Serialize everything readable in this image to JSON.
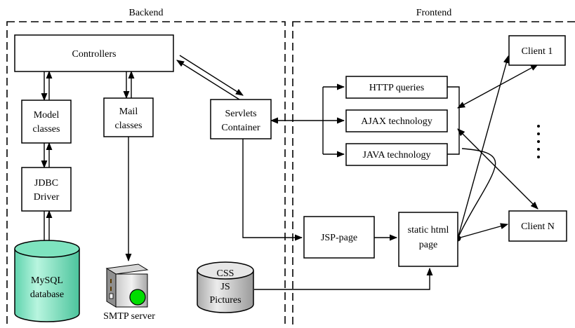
{
  "regions": {
    "backend": "Backend",
    "frontend": "Frontend"
  },
  "boxes": {
    "controllers": "Controllers",
    "model_line1": "Model",
    "model_line2": "classes",
    "mail_line1": "Mail",
    "mail_line2": "classes",
    "servlets_line1": "Servlets",
    "servlets_line2": "Container",
    "jdbc_line1": "JDBC",
    "jdbc_line2": "Driver",
    "http": "HTTP queries",
    "ajax": "AJAX technology",
    "java": "JAVA technology",
    "jsp": "JSP-page",
    "static_line1": "static html",
    "static_line2": "page",
    "client1": "Client 1",
    "clientN": "Client N"
  },
  "stores": {
    "mysql_line1": "MySQL",
    "mysql_line2": "database",
    "assets_line1": "CSS",
    "assets_line2": "JS",
    "assets_line3": "Pictures",
    "smtp": "SMTP server"
  },
  "colors": {
    "database_fill": "#8ee8c8",
    "assets_fill": "#d9d9d9",
    "server_indicator": "#00dd00"
  }
}
